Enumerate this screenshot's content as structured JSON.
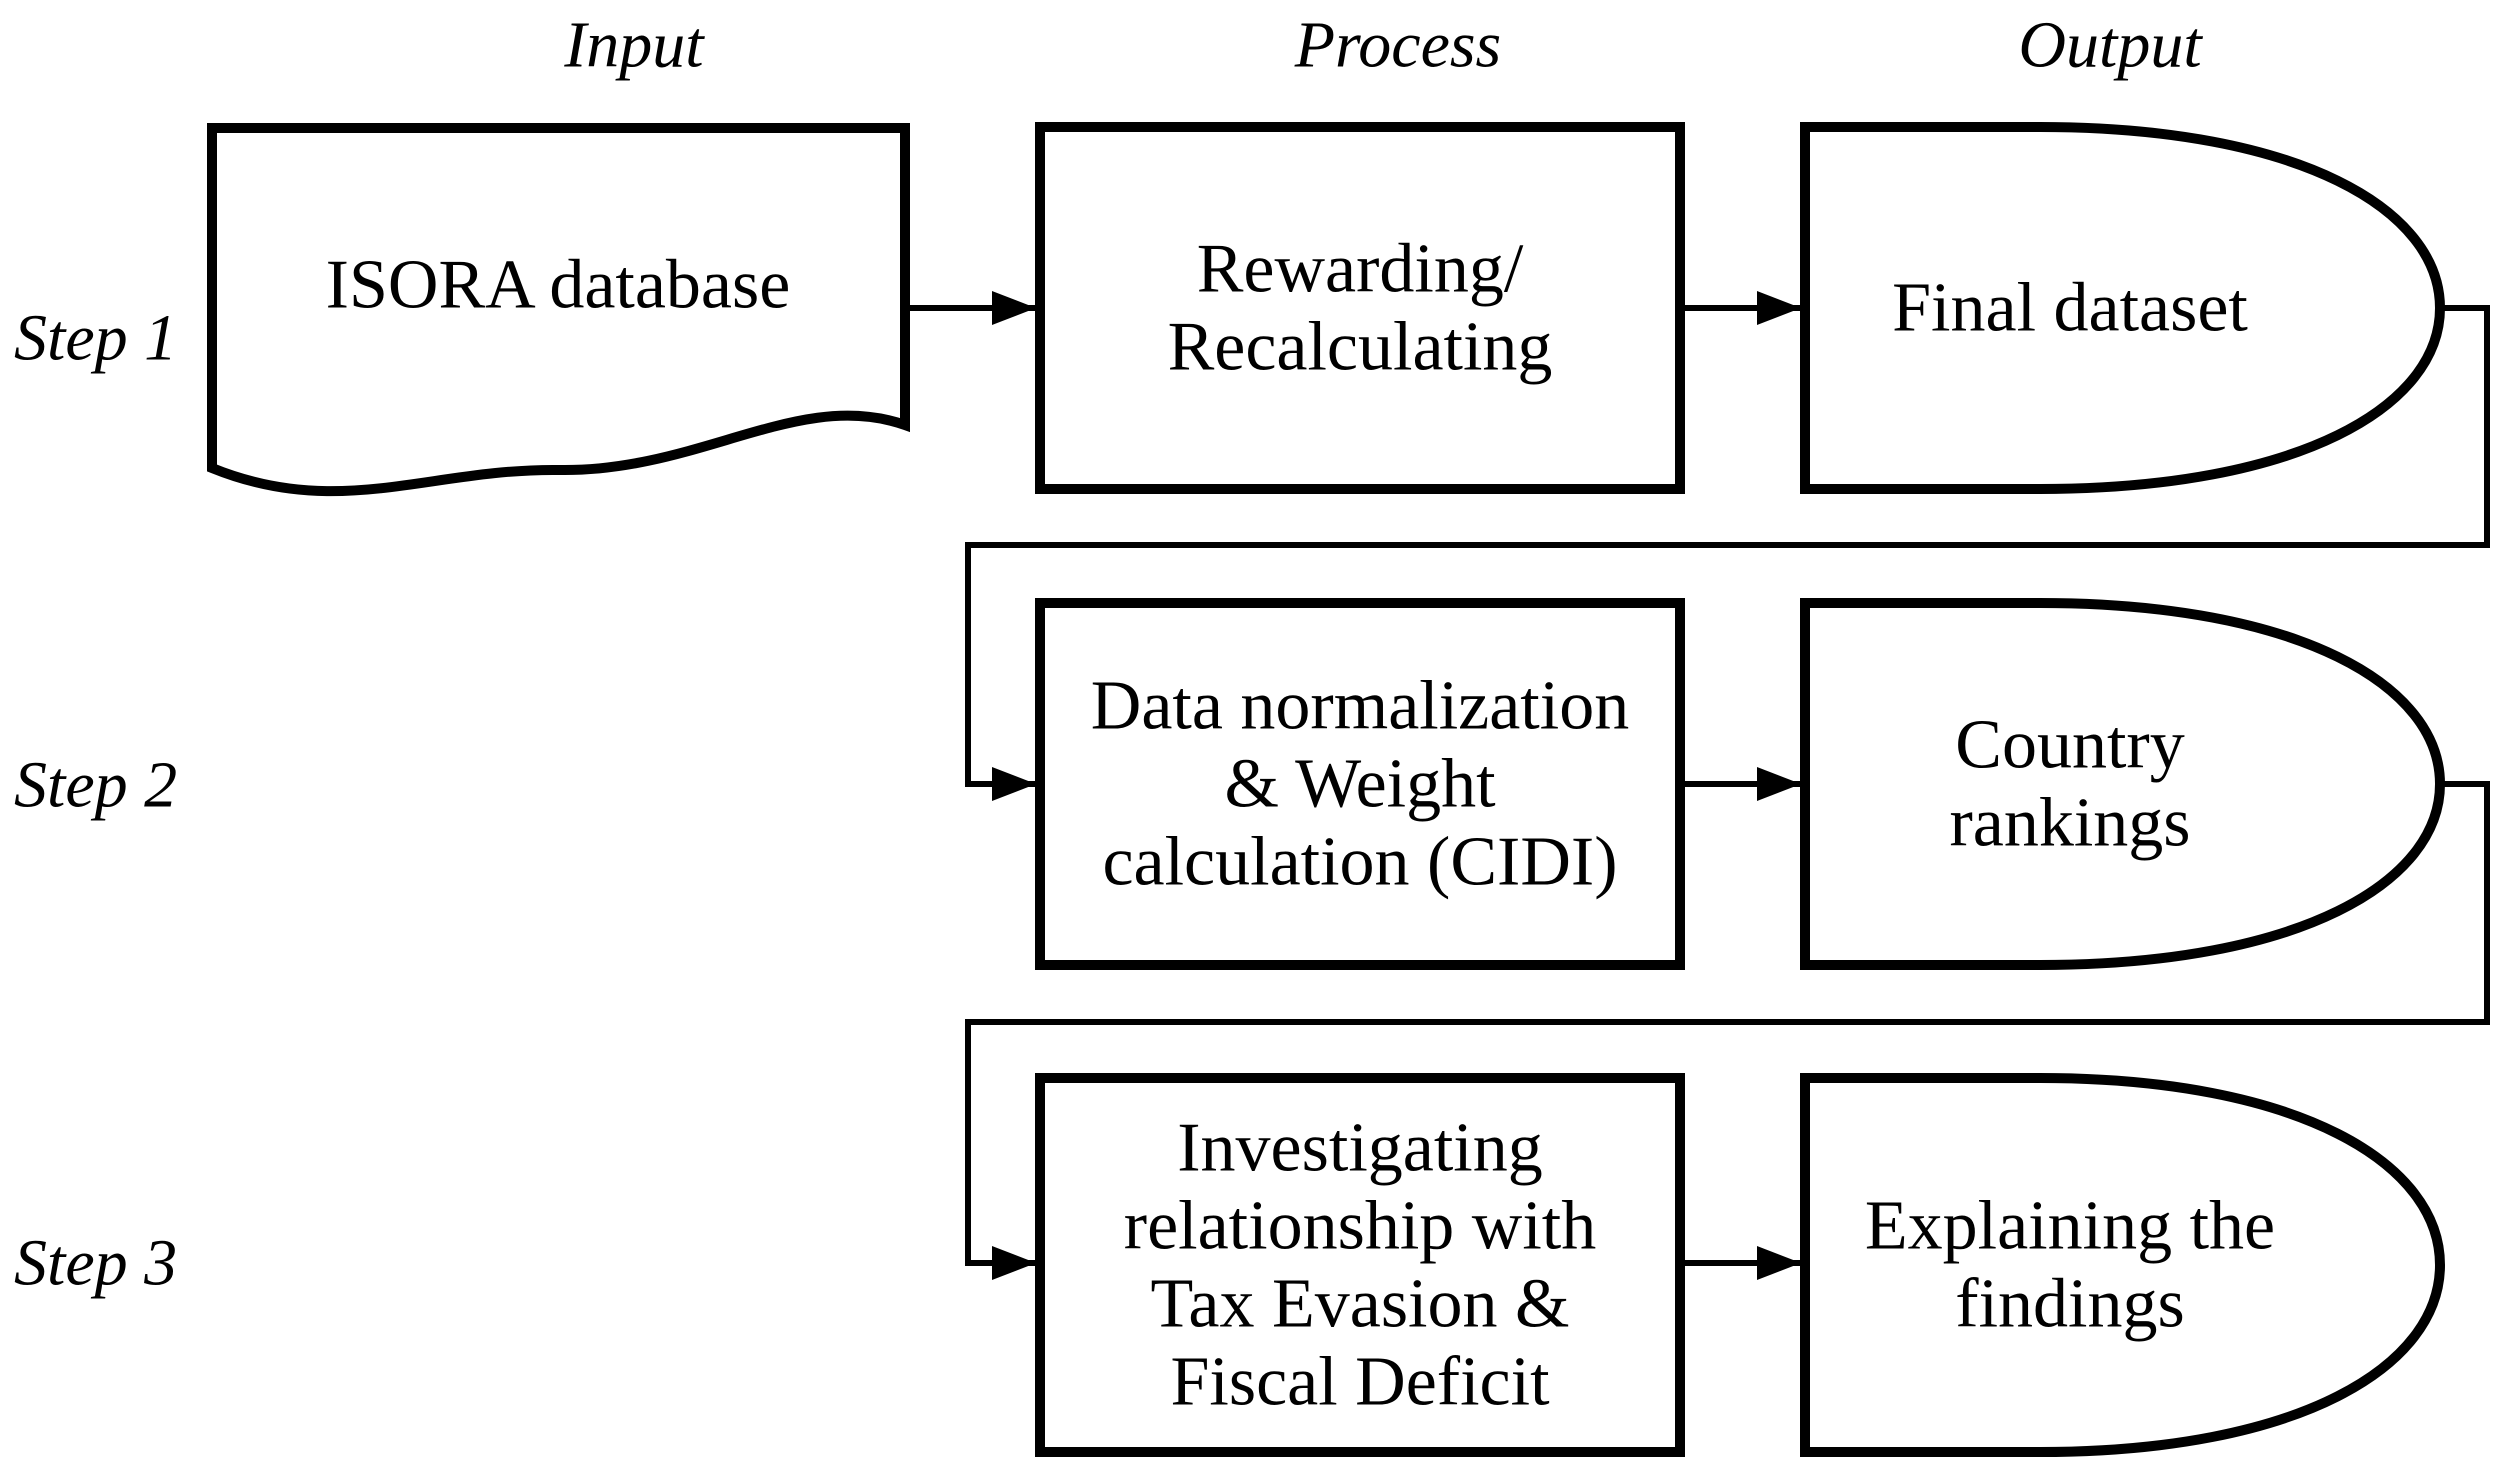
{
  "colors": {
    "line": "#000000",
    "text": "#000000",
    "background": "#ffffff"
  },
  "column_headers": {
    "input": "Input",
    "process": "Process",
    "output": "Output"
  },
  "step_labels": {
    "step1": "Step 1",
    "step2": "Step 2",
    "step3": "Step 3"
  },
  "nodes": {
    "isora": {
      "type": "document",
      "lines": [
        "ISORA database"
      ]
    },
    "rewarding": {
      "type": "process",
      "lines": [
        "Rewarding/",
        "Recalculating"
      ]
    },
    "final_dataset": {
      "type": "output",
      "lines": [
        "Final dataset"
      ]
    },
    "normalization": {
      "type": "process",
      "lines": [
        "Data normalization",
        "& Weight",
        "calculation (CIDI)"
      ]
    },
    "rankings": {
      "type": "output",
      "lines": [
        "Country",
        "rankings"
      ]
    },
    "investigating": {
      "type": "process",
      "lines": [
        "Investigating",
        "relationship with",
        "Tax Evasion &",
        "Fiscal Deficit"
      ]
    },
    "explaining": {
      "type": "output",
      "lines": [
        "Explaining the",
        "findings"
      ]
    }
  },
  "edges": [
    "isora -> rewarding",
    "rewarding -> final_dataset",
    "final_dataset -> normalization",
    "normalization -> rankings",
    "rankings -> investigating",
    "investigating -> explaining"
  ]
}
